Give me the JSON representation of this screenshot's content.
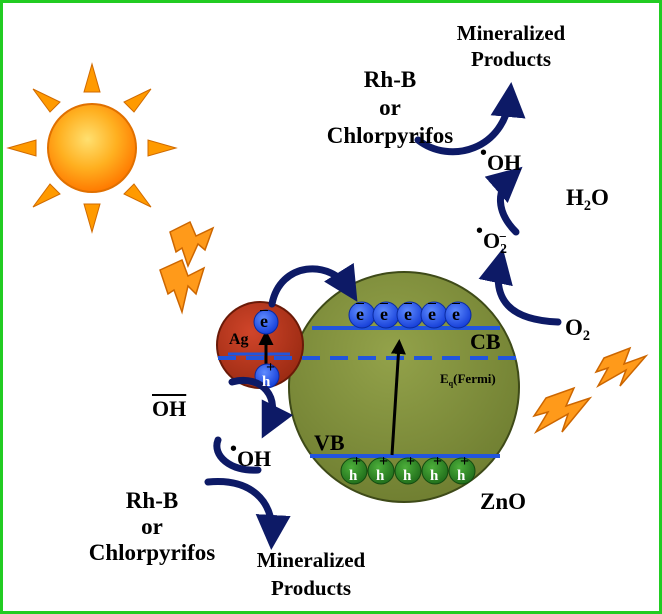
{
  "labels": {
    "top_reactant": [
      "Rh-B",
      "or",
      "Chlorpyrifos"
    ],
    "top_product": [
      "Mineralized",
      "Products"
    ],
    "bottom_reactant": [
      "Rh-B",
      "or",
      "Chlorpyrifos"
    ],
    "bottom_product": [
      "Mineralized",
      "Products"
    ],
    "hydroxyl_radical_top": "OH",
    "water": "H",
    "water_sub": "2",
    "water_tail": "O",
    "superoxide": "O",
    "superoxide_sub": "2",
    "oxygen": "O",
    "oxygen_sub": "2",
    "hydroxide_ion": "OH",
    "hydroxyl_radical_bottom": "OH",
    "conduction_band": "CB",
    "valence_band": "VB",
    "fermi_main": "E",
    "fermi_sub": "q",
    "fermi_tail": "(Fermi)",
    "semiconductor": "ZnO",
    "metal": "Ag",
    "electron": "e",
    "hole": "h",
    "plus": "+",
    "minus": "−",
    "radical_dot": "•"
  },
  "colors": {
    "frame": "#22cc22",
    "zno_fill": "#7a8a3a",
    "ag_fill": "#b0321a",
    "electron_fill": "#1e5bff",
    "hole_fill": "#2e8b2e",
    "band_line": "#2255dd",
    "arrow": "#0d1a66",
    "sun": "#ff9a00",
    "lightning": "#ff9a1a"
  },
  "icons": [
    "sun-icon",
    "lightning-icon"
  ]
}
